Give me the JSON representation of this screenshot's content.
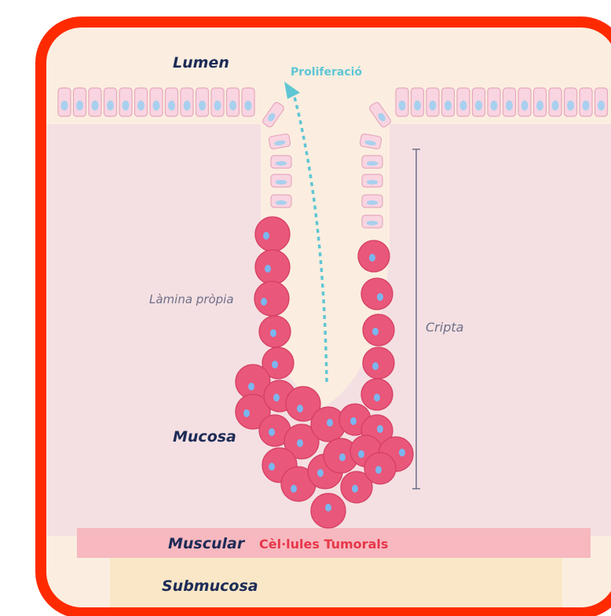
{
  "labels": {
    "lumen": "Lumen",
    "proliferation": "Proliferació",
    "lamina_propia": "Làmina pròpia",
    "cripta": "Cripta",
    "mucosa": "Mucosa",
    "muscular": "Muscular",
    "tumor_cells": "Cèl·lules Tumorals",
    "submucosa": "Submucosa"
  },
  "colors": {
    "frame_border": "#ff2a00",
    "lumen_bg": "#fbeee0",
    "mucosa_bg": "#f4e0e2",
    "muscular_band": "#f7b8bf",
    "submucosa_bg": "#f9e7c7",
    "epithelial_fill": "#f9d4e1",
    "epithelial_nucleus": "#a8d0ee",
    "tumor_fill": "#e9577a",
    "tumor_nucleus": "#7bb6ee",
    "arrow": "#5ec6d4",
    "dark_label": "#1d2b57",
    "grey_label": "#6f6f8a",
    "red_label": "#e6374a"
  }
}
